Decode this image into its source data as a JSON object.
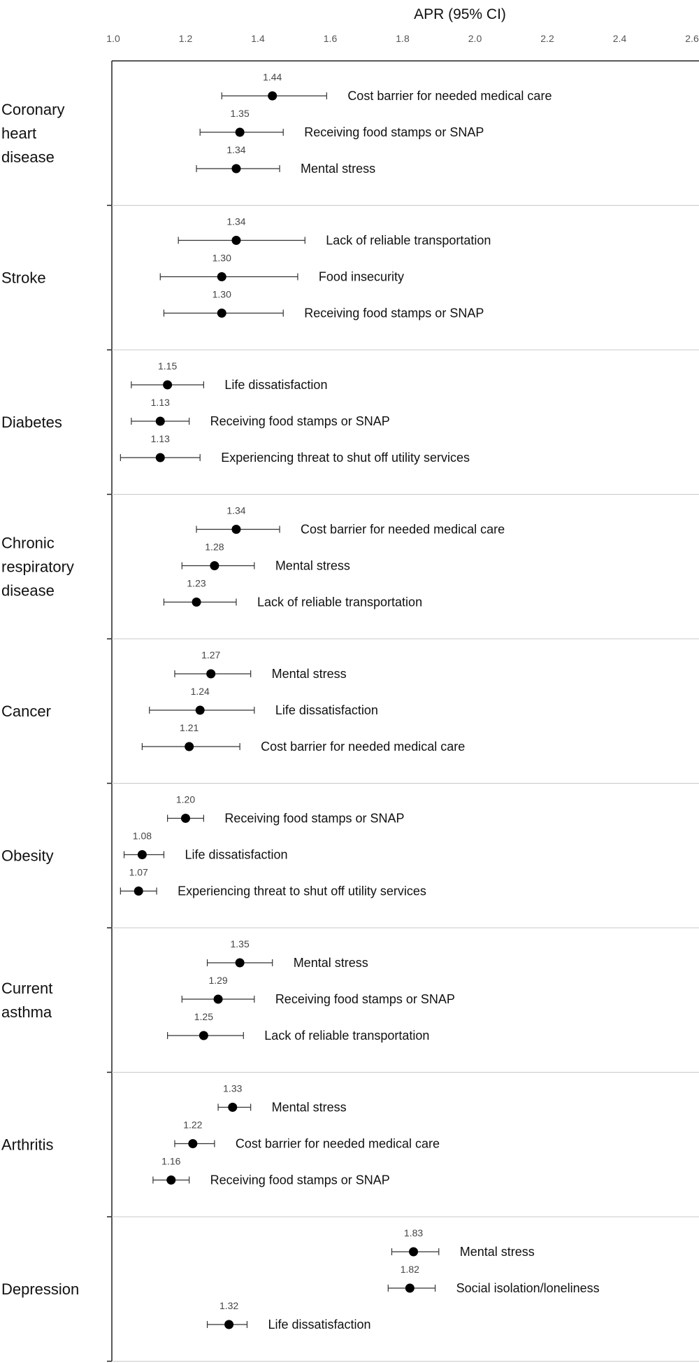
{
  "chart_data": {
    "type": "forest",
    "xlabel": "APR (95% CI)",
    "xlim": [
      1.0,
      2.6
    ],
    "ticks": [
      "1.0",
      "1.2",
      "1.4",
      "1.6",
      "1.8",
      "2.0",
      "2.2",
      "2.4",
      "2.6"
    ],
    "tick_values": [
      1.0,
      1.2,
      1.4,
      1.6,
      1.8,
      2.0,
      2.2,
      2.4,
      2.6
    ],
    "groups": [
      {
        "name": "Coronary heart disease",
        "name_lines": [
          "Coronary",
          "heart",
          "disease"
        ],
        "rows": [
          {
            "label": "Cost barrier for needed medical care",
            "value": 1.44,
            "value_text": "1.44",
            "lo": 1.3,
            "hi": 1.59
          },
          {
            "label": "Receiving food stamps or SNAP",
            "value": 1.35,
            "value_text": "1.35",
            "lo": 1.24,
            "hi": 1.47
          },
          {
            "label": "Mental stress",
            "value": 1.34,
            "value_text": "1.34",
            "lo": 1.23,
            "hi": 1.46
          }
        ]
      },
      {
        "name": "Stroke",
        "name_lines": [
          "Stroke"
        ],
        "rows": [
          {
            "label": "Lack of reliable transportation",
            "value": 1.34,
            "value_text": "1.34",
            "lo": 1.18,
            "hi": 1.53
          },
          {
            "label": "Food insecurity",
            "value": 1.3,
            "value_text": "1.30",
            "lo": 1.13,
            "hi": 1.51
          },
          {
            "label": "Receiving food stamps or SNAP",
            "value": 1.3,
            "value_text": "1.30",
            "lo": 1.14,
            "hi": 1.47
          }
        ]
      },
      {
        "name": "Diabetes",
        "name_lines": [
          "Diabetes"
        ],
        "rows": [
          {
            "label": "Life dissatisfaction",
            "value": 1.15,
            "value_text": "1.15",
            "lo": 1.05,
            "hi": 1.25
          },
          {
            "label": "Receiving food stamps or SNAP",
            "value": 1.13,
            "value_text": "1.13",
            "lo": 1.05,
            "hi": 1.21
          },
          {
            "label": "Experiencing threat to shut off utility services",
            "value": 1.13,
            "value_text": "1.13",
            "lo": 1.02,
            "hi": 1.24
          }
        ]
      },
      {
        "name": "Chronic respiratory disease",
        "name_lines": [
          "Chronic",
          "respiratory",
          "disease"
        ],
        "rows": [
          {
            "label": "Cost barrier for needed medical care",
            "value": 1.34,
            "value_text": "1.34",
            "lo": 1.23,
            "hi": 1.46
          },
          {
            "label": "Mental stress",
            "value": 1.28,
            "value_text": "1.28",
            "lo": 1.19,
            "hi": 1.39
          },
          {
            "label": "Lack of reliable transportation",
            "value": 1.23,
            "value_text": "1.23",
            "lo": 1.14,
            "hi": 1.34
          }
        ]
      },
      {
        "name": "Cancer",
        "name_lines": [
          "Cancer"
        ],
        "rows": [
          {
            "label": "Mental stress",
            "value": 1.27,
            "value_text": "1.27",
            "lo": 1.17,
            "hi": 1.38
          },
          {
            "label": "Life dissatisfaction",
            "value": 1.24,
            "value_text": "1.24",
            "lo": 1.1,
            "hi": 1.39
          },
          {
            "label": "Cost barrier for needed medical care",
            "value": 1.21,
            "value_text": "1.21",
            "lo": 1.08,
            "hi": 1.35
          }
        ]
      },
      {
        "name": "Obesity",
        "name_lines": [
          "Obesity"
        ],
        "rows": [
          {
            "label": "Receiving food stamps or SNAP",
            "value": 1.2,
            "value_text": "1.20",
            "lo": 1.15,
            "hi": 1.25
          },
          {
            "label": "Life dissatisfaction",
            "value": 1.08,
            "value_text": "1.08",
            "lo": 1.03,
            "hi": 1.14
          },
          {
            "label": "Experiencing threat to shut off utility services",
            "value": 1.07,
            "value_text": "1.07",
            "lo": 1.02,
            "hi": 1.12
          }
        ]
      },
      {
        "name": "Current asthma",
        "name_lines": [
          "Current",
          "asthma"
        ],
        "rows": [
          {
            "label": "Mental stress",
            "value": 1.35,
            "value_text": "1.35",
            "lo": 1.26,
            "hi": 1.44
          },
          {
            "label": "Receiving food stamps or SNAP",
            "value": 1.29,
            "value_text": "1.29",
            "lo": 1.19,
            "hi": 1.39
          },
          {
            "label": "Lack of reliable transportation",
            "value": 1.25,
            "value_text": "1.25",
            "lo": 1.15,
            "hi": 1.36
          }
        ]
      },
      {
        "name": "Arthritis",
        "name_lines": [
          "Arthritis"
        ],
        "rows": [
          {
            "label": "Mental stress",
            "value": 1.33,
            "value_text": "1.33",
            "lo": 1.29,
            "hi": 1.38
          },
          {
            "label": "Cost barrier for needed medical care",
            "value": 1.22,
            "value_text": "1.22",
            "lo": 1.17,
            "hi": 1.28
          },
          {
            "label": "Receiving food stamps or SNAP",
            "value": 1.16,
            "value_text": "1.16",
            "lo": 1.11,
            "hi": 1.21
          }
        ]
      },
      {
        "name": "Depression",
        "name_lines": [
          "Depression"
        ],
        "rows": [
          {
            "label": "Mental stress",
            "value": 1.83,
            "value_text": "1.83",
            "lo": 1.77,
            "hi": 1.9
          },
          {
            "label": "Social isolation/loneliness",
            "value": 1.82,
            "value_text": "1.82",
            "lo": 1.76,
            "hi": 1.89
          },
          {
            "label": "Life dissatisfaction",
            "value": 1.32,
            "value_text": "1.32",
            "lo": 1.26,
            "hi": 1.37
          }
        ]
      }
    ]
  }
}
